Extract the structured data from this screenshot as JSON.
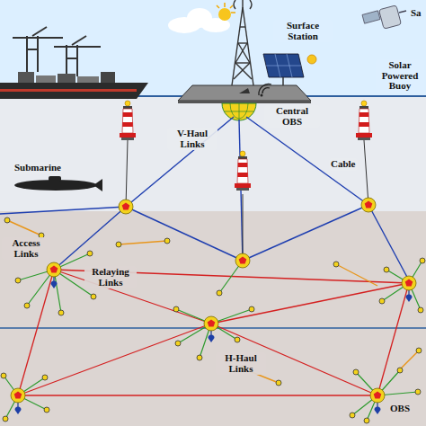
{
  "diagram": {
    "labels": [
      "Surface Station",
      "Sa",
      "Submarine",
      "V-Haul Links",
      "Central OBS",
      "Solar Powered Buoy",
      "Cable",
      "Access Links",
      "Relaying Links",
      "H-Haul Links",
      "OBS"
    ]
  }
}
